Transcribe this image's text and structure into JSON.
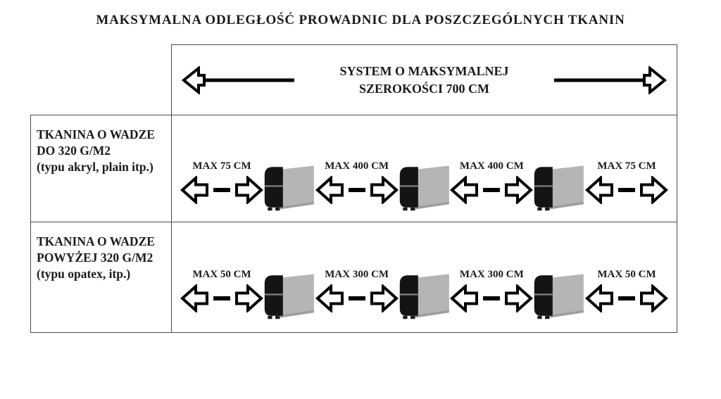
{
  "title": "MAKSYMALNA ODLEGŁOŚĆ PROWADNIC DLA POSZCZEGÓLNYCH TKANIN",
  "header": {
    "line1": "SYSTEM O MAKSYMALNEJ",
    "line2": "SZEROKOŚCI 700 CM"
  },
  "rows": [
    {
      "label_lines": [
        "TKANINA O WADZE",
        "DO 320 G/M2",
        "(typu akryl, plain itp.)"
      ],
      "measures": [
        "MAX 75 CM",
        "MAX 400 CM",
        "MAX 400 CM",
        "MAX 75 CM"
      ]
    },
    {
      "label_lines": [
        "TKANINA O WADZE",
        "POWYŻEJ 320 G/M2",
        "(typu opatex, itp.)"
      ],
      "measures": [
        "MAX 50 CM",
        "MAX 300 CM",
        "MAX 300 CM",
        "MAX 50 CM"
      ]
    }
  ],
  "colors": {
    "text": "#1a1a1a",
    "border": "#4a4a4a",
    "bracket_body_gray": "#b5b5b5",
    "bracket_cap_dark": "#141414",
    "arrow_outline": "#000000"
  }
}
